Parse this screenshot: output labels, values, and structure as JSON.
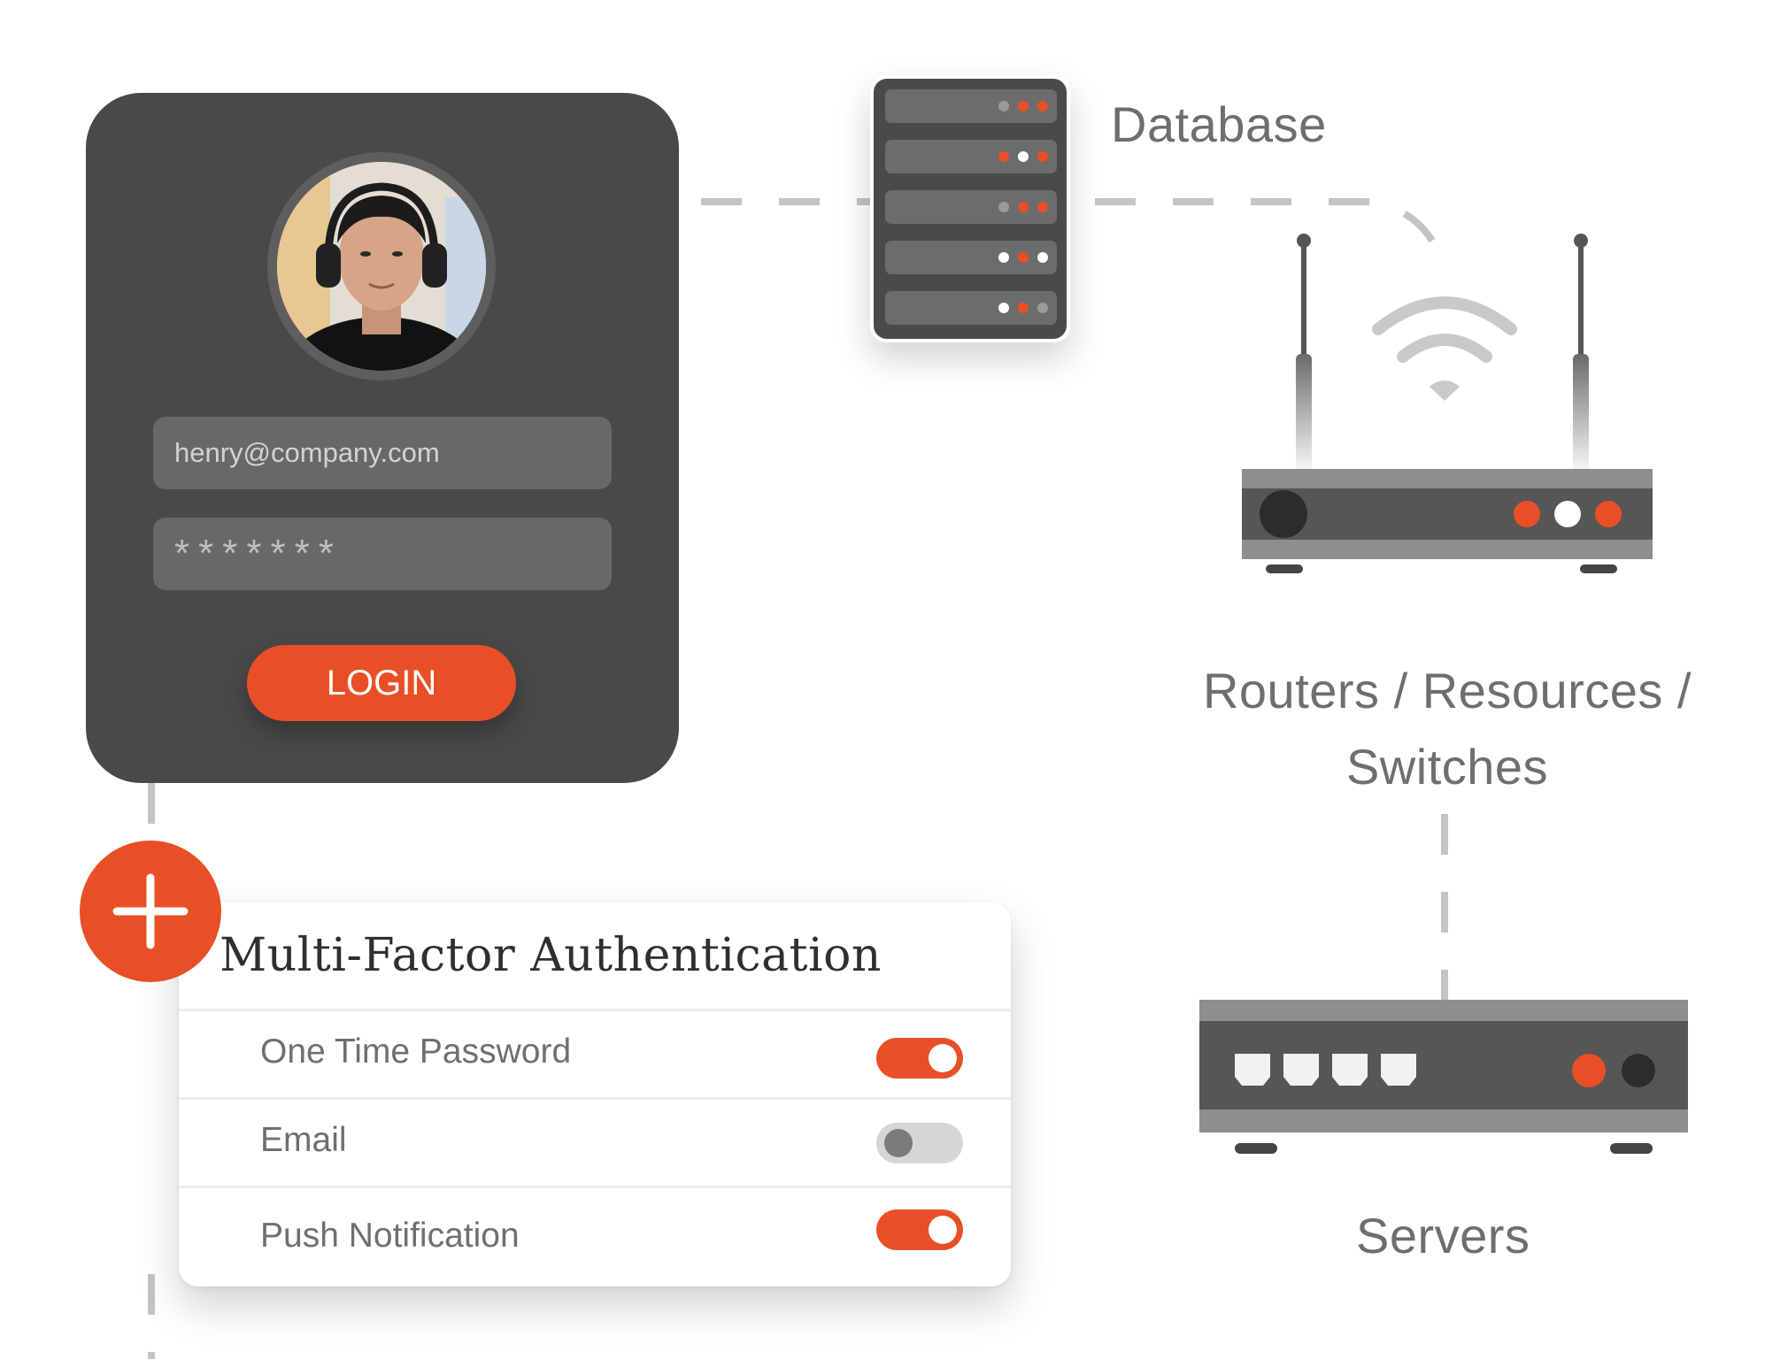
{
  "login": {
    "email_value": "henry@company.com",
    "password_value": "*******",
    "login_label": "LOGIN"
  },
  "mfa": {
    "title": "Multi-Factor Authentication",
    "options": [
      {
        "label": "One Time Password",
        "enabled": true
      },
      {
        "label": "Email",
        "enabled": false
      },
      {
        "label": "Push Notification",
        "enabled": true
      }
    ]
  },
  "labels": {
    "database": "Database",
    "routers_line1": "Routers / Resources /",
    "routers_line2": "Switches",
    "servers": "Servers"
  },
  "colors": {
    "accent": "#e94f26",
    "card_dark": "#494949",
    "line": "#bdbdbd"
  },
  "icons": {
    "plus": "plus-icon",
    "database": "database-rack-icon",
    "router": "router-icon",
    "server": "server-icon",
    "wifi": "wifi-icon",
    "avatar": "user-avatar"
  }
}
